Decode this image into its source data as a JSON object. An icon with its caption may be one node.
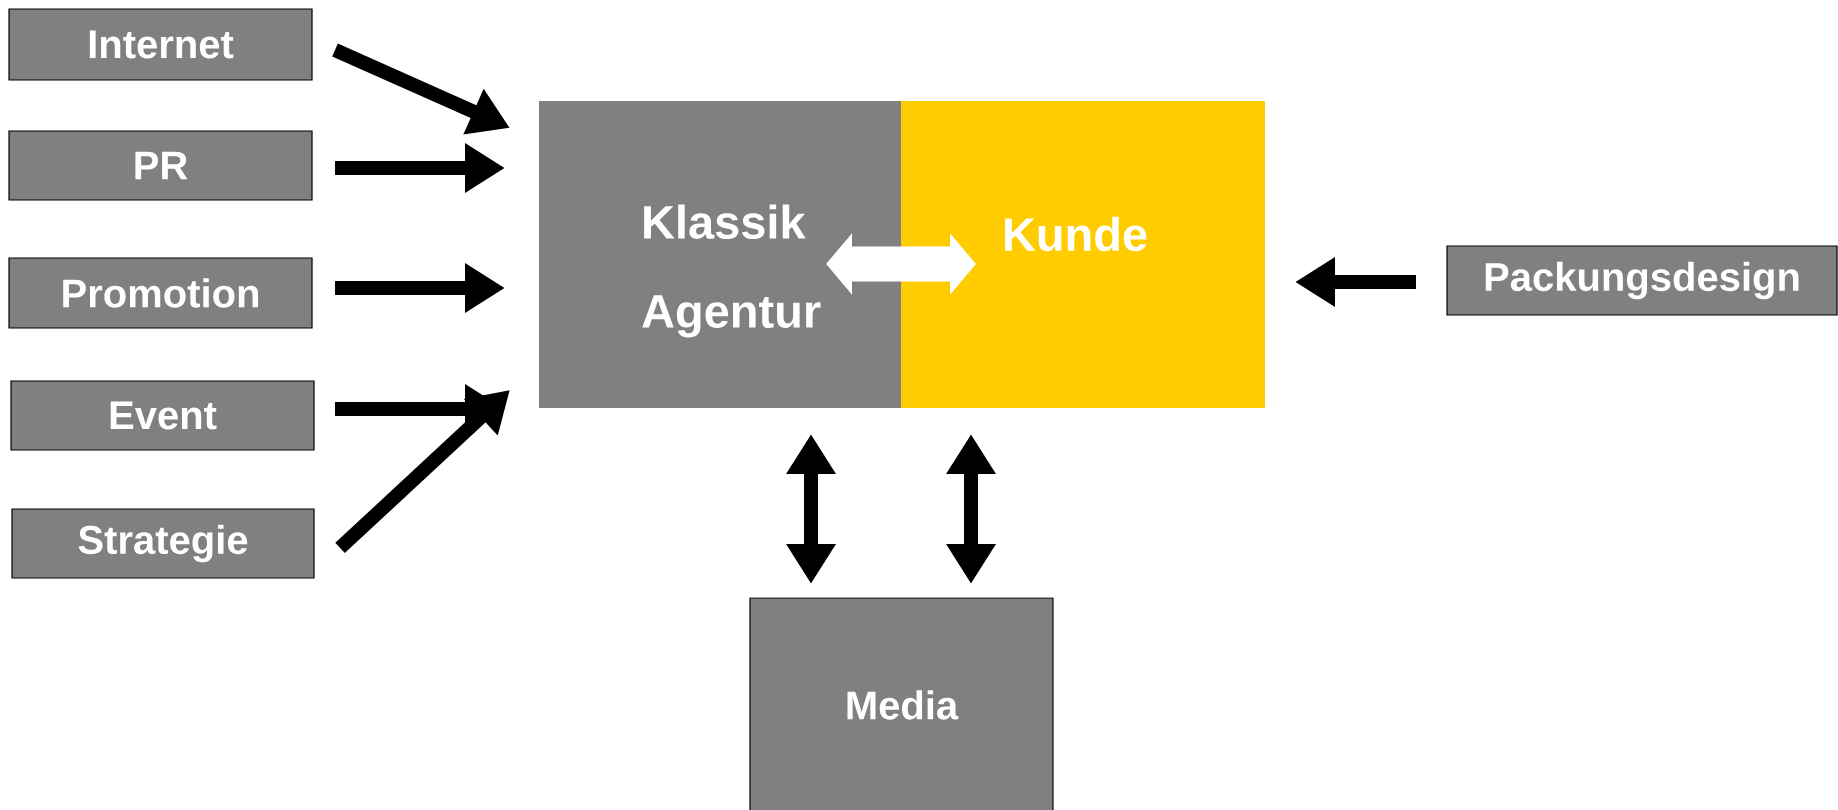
{
  "diagram": {
    "nodes": [
      {
        "text": [
          "Internet"
        ]
      },
      {
        "text": [
          "PR"
        ]
      },
      {
        "text": [
          "Promotion"
        ]
      },
      {
        "text": [
          "Event"
        ]
      },
      {
        "text": [
          "Strategie"
        ]
      },
      {
        "text": [
          "Klassik Agentur"
        ]
      },
      {
        "text": [
          "Kunde"
        ]
      },
      {
        "text": [
          "Packungsdesign"
        ]
      },
      {
        "text": [
          "Media"
        ]
      }
    ],
    "edges": [
      {
        "from": 0,
        "to": 5,
        "arrow": "to"
      },
      {
        "from": 1,
        "to": 5,
        "arrow": "to"
      },
      {
        "from": 2,
        "to": 5,
        "arrow": "to"
      },
      {
        "from": 3,
        "to": 5,
        "arrow": "to"
      },
      {
        "from": 4,
        "to": 5,
        "arrow": "to"
      },
      {
        "from": 7,
        "to": 6,
        "arrow": "to"
      },
      {
        "from": 5,
        "to": 6,
        "arrow": "both",
        "style": "thick",
        "color": "#ffffff"
      },
      {
        "from": 8,
        "to": 5,
        "arrow": "both"
      },
      {
        "from": 8,
        "to": 6,
        "arrow": "both"
      }
    ]
  }
}
